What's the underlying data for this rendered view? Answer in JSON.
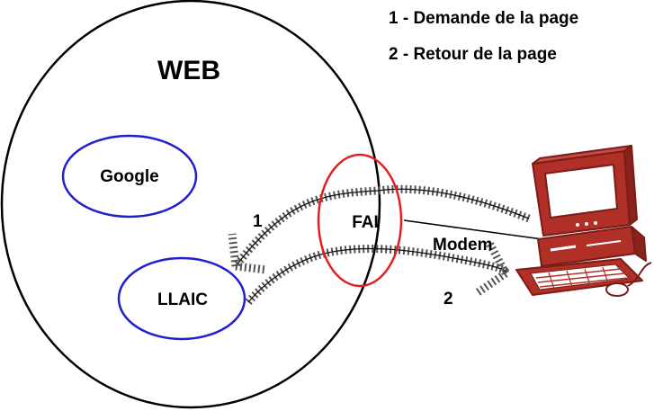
{
  "legend": {
    "step1": "1 - Demande de la page",
    "step2": "2 - Retour de la page"
  },
  "web": {
    "title": "WEB"
  },
  "nodes": {
    "google": "Google",
    "llaic": "LLAIC",
    "fai": "FAI"
  },
  "link": {
    "modem": "Modem"
  },
  "arrows": {
    "request_number": "1",
    "return_number": "2"
  },
  "colors": {
    "web_outline": "#000000",
    "site_outline": "#1f1fd0",
    "fai_outline": "#e02020",
    "path": "#555555",
    "computer": "#b03028"
  },
  "icons": {
    "computer": "desktop-computer-icon"
  }
}
